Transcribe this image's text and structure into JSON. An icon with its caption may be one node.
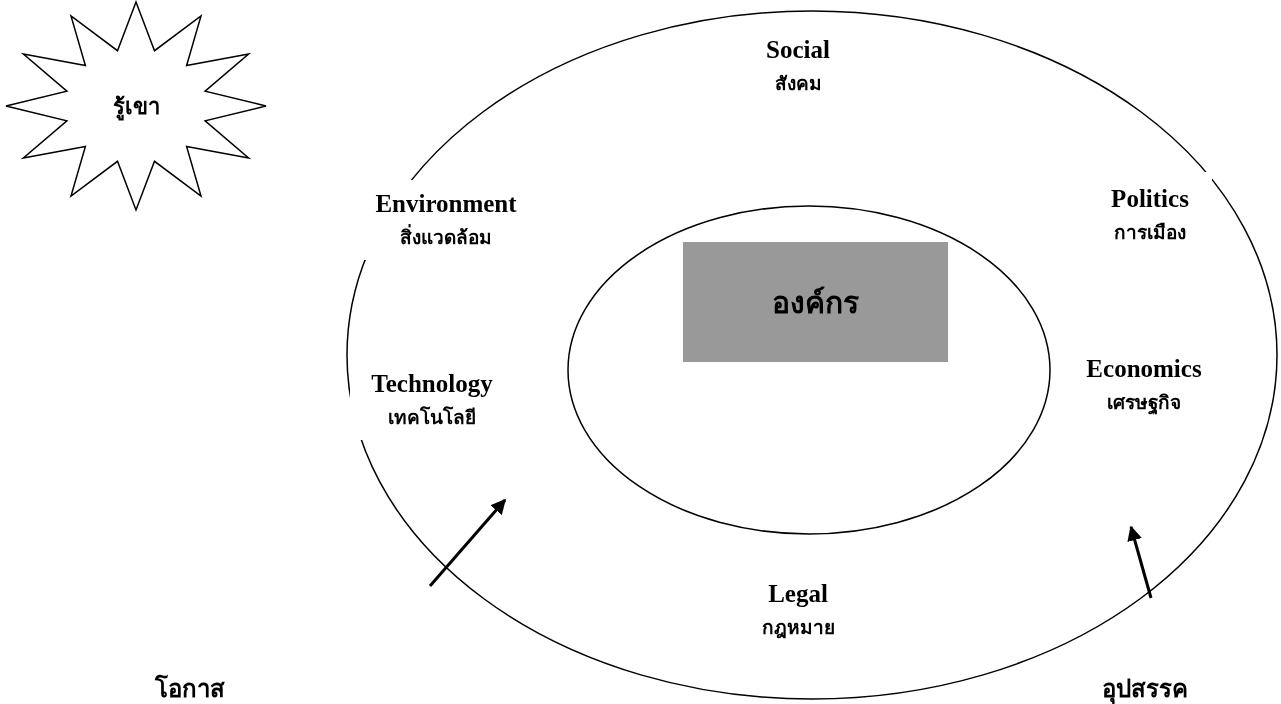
{
  "diagram": {
    "nodes": [
      {
        "text": [
          "รู้เขา"
        ]
      },
      {
        "text": [],
        "shape": "ellipse"
      },
      {
        "text": [
          "Social",
          "สังคม"
        ],
        "in": 1
      },
      {
        "text": [
          "Environment",
          "สิ่งแวดล้อม"
        ],
        "in": 1
      },
      {
        "text": [
          "Politics",
          "การเมือง"
        ],
        "in": 1
      },
      {
        "text": [],
        "shape": "ellipse",
        "in": 1
      },
      {
        "text": [
          "องค์กร"
        ],
        "in": 5
      },
      {
        "text": [
          "Technology",
          "เทคโนโลยี"
        ],
        "in": 1
      },
      {
        "text": [
          "Economics",
          "เศรษฐกิจ"
        ],
        "in": 1
      },
      {
        "text": [
          "Legal",
          "กฎหมาย"
        ],
        "in": 1
      }
    ],
    "labels": [
      "โอกาส",
      "อุปสรรค"
    ]
  }
}
